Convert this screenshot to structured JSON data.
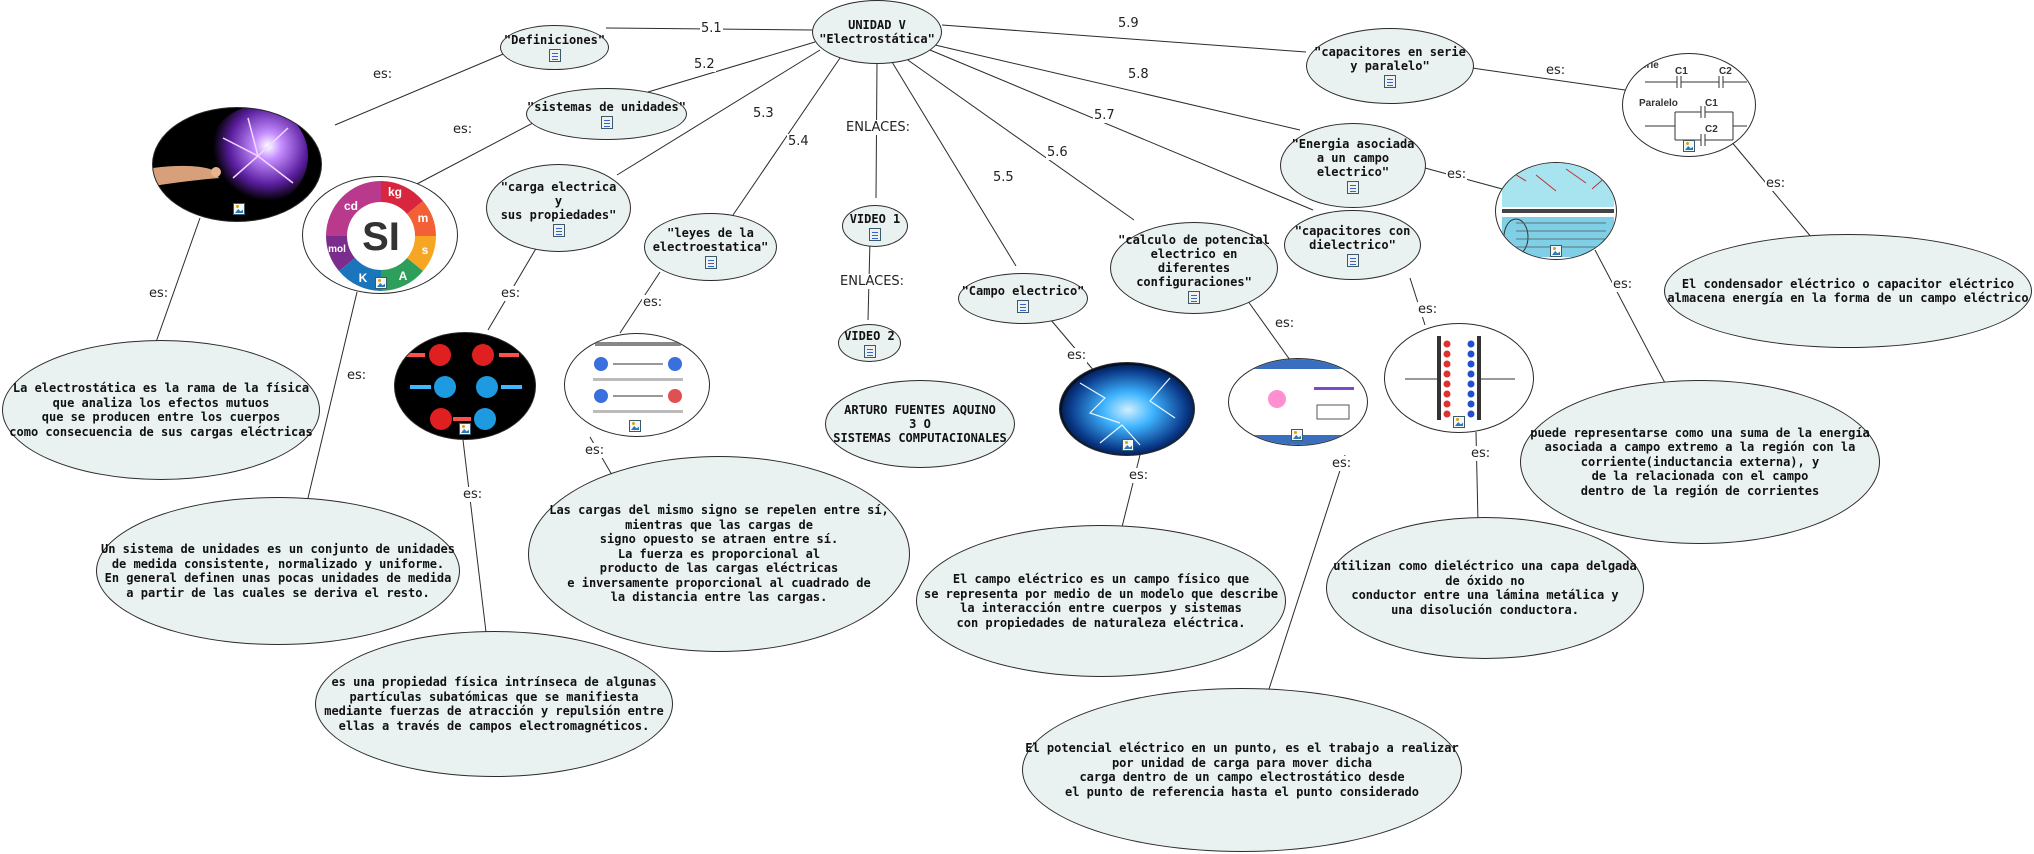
{
  "center": {
    "title_line1": "UNIDAD V",
    "title_line2": "\"Electrostática\""
  },
  "topics": {
    "definiciones": "\"Definiciones\"",
    "sistemas_unidades": "\"sistemas de unidades\"",
    "carga_electrica": "\"carga electrica\ny\nsus propiedades\"",
    "leyes": "\"leyes de la\nelectroestatica\"",
    "video1": "VIDEO 1",
    "video2": "VIDEO 2",
    "campo": "\"Campo electrico\"",
    "potencial": "\"calculo de potencial\nelectrico en diferentes\nconfiguraciones\"",
    "dielectrico": "\"capacitores con\ndielectrico\"",
    "energia": "\"Energia asociada\na un campo\nelectrico\"",
    "serie_paralelo": "\"capacitores en serie\ny paralelo\""
  },
  "author": "ARTURO FUENTES AQUINO\n3 O\nSISTEMAS COMPUTACIONALES",
  "link_labels": {
    "l51": "5.1",
    "l52": "5.2",
    "l53": "5.3",
    "l54": "5.4",
    "l55": "5.5",
    "l56": "5.6",
    "l57": "5.7",
    "l58": "5.8",
    "l59": "5.9",
    "enlaces1": "ENLACES:",
    "enlaces2": "ENLACES:",
    "es": "es:"
  },
  "descriptions": {
    "definiciones": "La electrostática es la rama de la física\nque analiza los efectos mutuos\nque se producen entre los cuerpos\ncomo consecuencia de sus cargas eléctricas",
    "sistemas": "Un sistema de unidades es un conjunto de unidades\nde medida consistente, normalizado y uniforme.\nEn general definen unas pocas unidades de medida\na partir de las cuales se deriva el resto.",
    "carga": "es una propiedad física intrínseca de algunas\npartículas subatómicas que se manifiesta\nmediante fuerzas de atracción y repulsión entre\nellas a través de campos electromagnéticos.",
    "leyes": "Las cargas del mismo signo se repelen entre sí,\nmientras que las cargas de\nsigno opuesto se atraen entre sí.\nLa fuerza es proporcional al\nproducto de las cargas eléctricas\ne inversamente proporcional al cuadrado de\nla distancia entre las cargas.",
    "campo": "El campo eléctrico es un campo físico que\nse representa por medio de un modelo que describe\nla interacción entre cuerpos y sistemas\ncon propiedades de naturaleza eléctrica.",
    "potencial": "El potencial eléctrico en un punto, es el trabajo a realizar\npor unidad de carga para mover dicha\ncarga dentro de un campo electrostático desde\nel punto de referencia hasta el punto considerado",
    "dielectrico": "utilizan como dieléctrico una capa delgada\nde óxido no\nconductor entre una lámina metálica y\nuna disolución conductora.",
    "energia": "puede representarse como una suma de la energía\nasociada a campo extremo a la región con la\ncorriente(inductancia externa), y\nde la relacionada con el campo\ndentro de la región de corrientes",
    "serie_paralelo": "El condensador eléctrico o capacitor eléctrico\nalmacena energía en la forma de un campo eléctrico"
  },
  "image_labels": {
    "si": "SI",
    "si_units": [
      "kg",
      "m",
      "s",
      "A",
      "K",
      "mol",
      "cd"
    ],
    "caps_serie": "erie",
    "caps_c1": "C1",
    "caps_c2": "C2",
    "caps_paralelo": "Paralelo",
    "caps_c1b": "C1",
    "caps_c2b": "C2"
  },
  "colors": {
    "node_fill": "#eaf1f1",
    "border": "#2b2b2b",
    "plasma": "#7a3bbf",
    "si_ring": [
      "#d7263d",
      "#f46036",
      "#f6a623",
      "#2e9e5b",
      "#1b75bb",
      "#7b2d8e",
      "#b93a8c"
    ]
  }
}
